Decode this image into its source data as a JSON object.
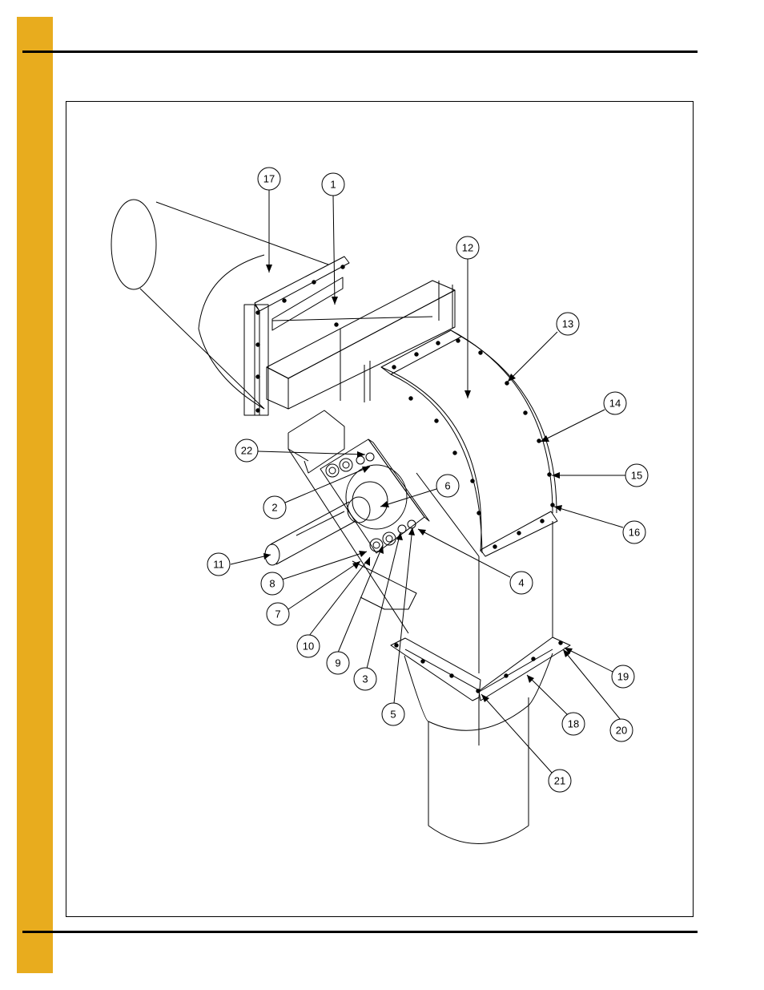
{
  "colors": {
    "side_band": "#E8AC1E",
    "rules": "#000000",
    "line": "#000000"
  },
  "diagram": {
    "callouts": [
      {
        "id": "c17",
        "label": "17"
      },
      {
        "id": "c1",
        "label": "1"
      },
      {
        "id": "c12",
        "label": "12"
      },
      {
        "id": "c13",
        "label": "13"
      },
      {
        "id": "c14",
        "label": "14"
      },
      {
        "id": "c15",
        "label": "15"
      },
      {
        "id": "c16",
        "label": "16"
      },
      {
        "id": "c22",
        "label": "22"
      },
      {
        "id": "c6",
        "label": "6"
      },
      {
        "id": "c2",
        "label": "2"
      },
      {
        "id": "c4",
        "label": "4"
      },
      {
        "id": "c11",
        "label": "11"
      },
      {
        "id": "c8",
        "label": "8"
      },
      {
        "id": "c7",
        "label": "7"
      },
      {
        "id": "c10",
        "label": "10"
      },
      {
        "id": "c9",
        "label": "9"
      },
      {
        "id": "c3",
        "label": "3"
      },
      {
        "id": "c5",
        "label": "5"
      },
      {
        "id": "c19",
        "label": "19"
      },
      {
        "id": "c18",
        "label": "18"
      },
      {
        "id": "c20",
        "label": "20"
      },
      {
        "id": "c21",
        "label": "21"
      }
    ]
  }
}
